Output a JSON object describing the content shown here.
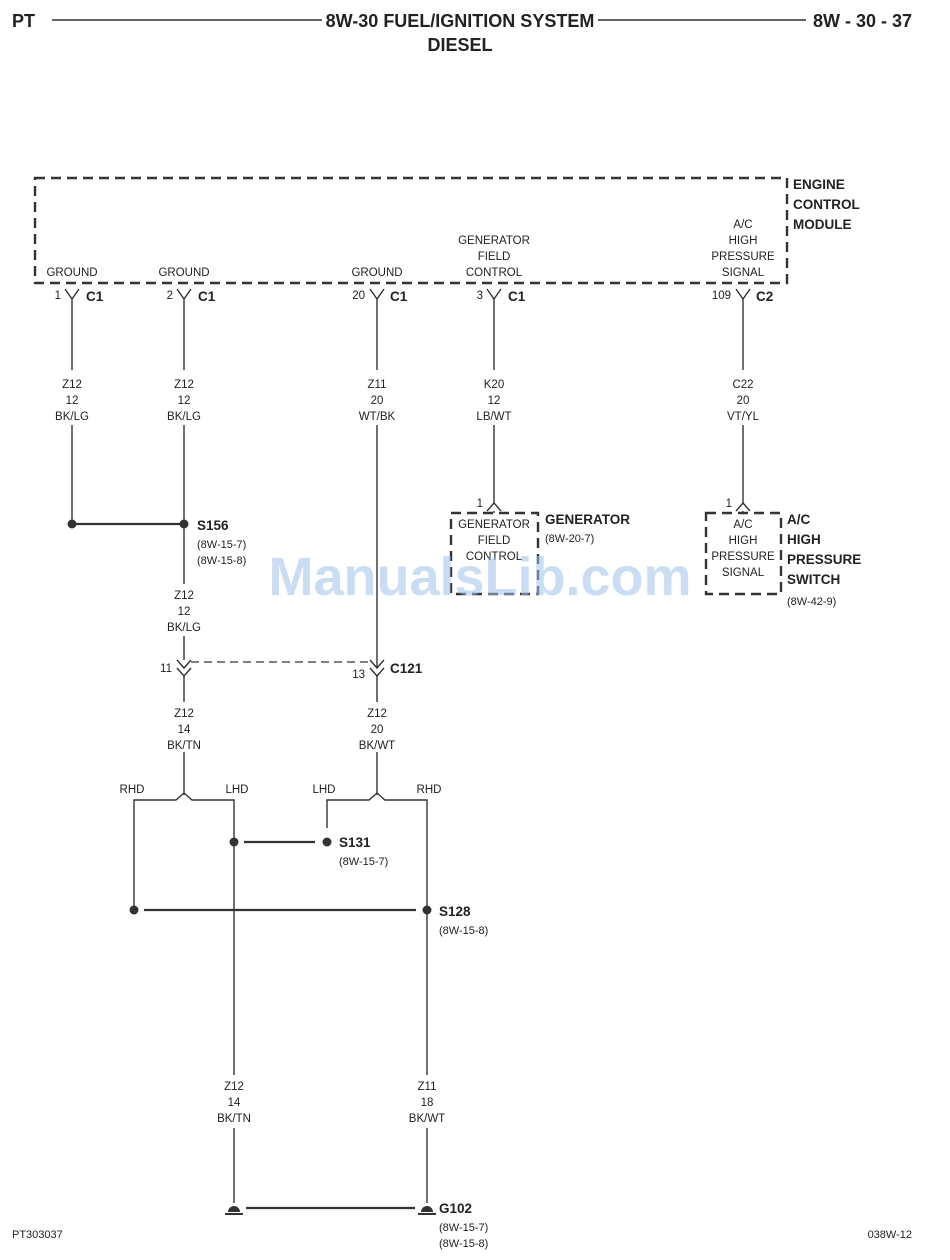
{
  "header": {
    "left": "PT",
    "title_line1": "8W-30 FUEL/IGNITION SYSTEM",
    "title_line2": "DIESEL",
    "right": "8W - 30 - 37"
  },
  "footer": {
    "left": "PT303037",
    "right": "038W-12"
  },
  "watermark": "ManualsLib.com",
  "ecm": {
    "title": [
      "ENGINE",
      "CONTROL",
      "MODULE"
    ],
    "pins": [
      {
        "label": [
          "GROUND"
        ],
        "pin": "1",
        "conn": "C1"
      },
      {
        "label": [
          "GROUND"
        ],
        "pin": "2",
        "conn": "C1"
      },
      {
        "label": [
          "GROUND"
        ],
        "pin": "20",
        "conn": "C1"
      },
      {
        "label": [
          "GENERATOR",
          "FIELD",
          "CONTROL"
        ],
        "pin": "3",
        "conn": "C1"
      },
      {
        "label": [
          "A/C",
          "HIGH",
          "PRESSURE",
          "SIGNAL"
        ],
        "pin": "109",
        "conn": "C2"
      }
    ]
  },
  "wires": [
    {
      "circuit": "Z12",
      "gauge": "12",
      "color": "BK/LG"
    },
    {
      "circuit": "Z12",
      "gauge": "12",
      "color": "BK/LG"
    },
    {
      "circuit": "Z11",
      "gauge": "20",
      "color": "WT/BK"
    },
    {
      "circuit": "K20",
      "gauge": "12",
      "color": "LB/WT"
    },
    {
      "circuit": "C22",
      "gauge": "20",
      "color": "VT/YL"
    },
    {
      "circuit": "Z12",
      "gauge": "12",
      "color": "BK/LG"
    },
    {
      "circuit": "Z12",
      "gauge": "14",
      "color": "BK/TN"
    },
    {
      "circuit": "Z12",
      "gauge": "20",
      "color": "BK/WT"
    },
    {
      "circuit": "Z12",
      "gauge": "14",
      "color": "BK/TN"
    },
    {
      "circuit": "Z11",
      "gauge": "18",
      "color": "BK/WT"
    }
  ],
  "generator": {
    "pin": "1",
    "inner": [
      "GENERATOR",
      "FIELD",
      "CONTROL"
    ],
    "title": "GENERATOR",
    "ref": "(8W-20-7)"
  },
  "ac_switch": {
    "pin": "1",
    "inner": [
      "A/C",
      "HIGH",
      "PRESSURE",
      "SIGNAL"
    ],
    "title": [
      "A/C",
      "HIGH",
      "PRESSURE",
      "SWITCH"
    ],
    "ref": "(8W-42-9)"
  },
  "splices": {
    "s156": {
      "name": "S156",
      "refs": [
        "(8W-15-7)",
        "(8W-15-8)"
      ]
    },
    "s131": {
      "name": "S131",
      "refs": [
        "(8W-15-7)"
      ]
    },
    "s128": {
      "name": "S128",
      "refs": [
        "(8W-15-8)"
      ]
    }
  },
  "c121": {
    "name": "C121",
    "pin_left": "11",
    "pin_right": "13"
  },
  "branches": {
    "rhd": "RHD",
    "lhd": "LHD"
  },
  "ground": {
    "name": "G102",
    "refs": [
      "(8W-15-7)",
      "(8W-15-8)"
    ]
  }
}
